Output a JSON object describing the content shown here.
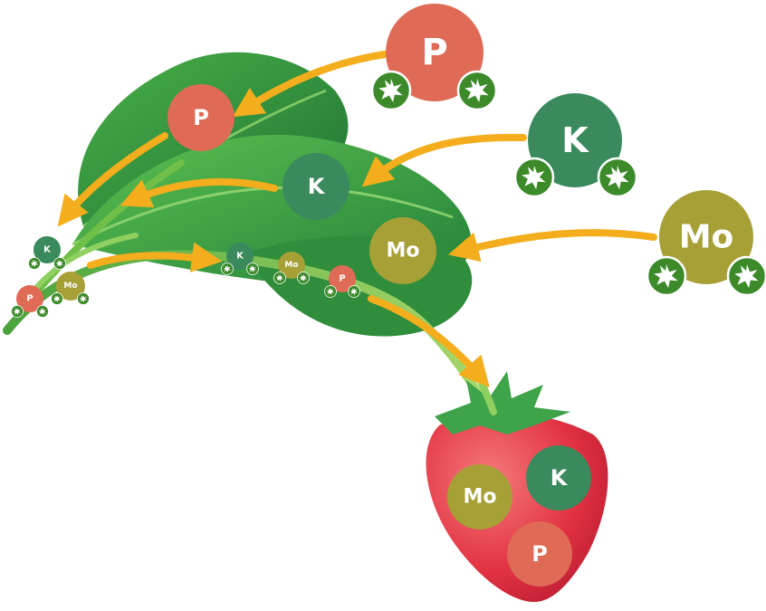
{
  "nutrients": {
    "p": {
      "label": "P",
      "color": "#df6a55"
    },
    "k": {
      "label": "K",
      "color": "#3a8a5e"
    },
    "mo": {
      "label": "Mo",
      "color": "#a6a037"
    }
  },
  "colors": {
    "arrow": "#f4ad1c",
    "leaf_dark": "#2b8a3a",
    "leaf_light": "#5cc04f",
    "stem": "#7fc24a",
    "berry": "#e23343",
    "chelate_ring": "#3c8a2a"
  },
  "icons": [
    "chelate-star-icon",
    "leaf-icon",
    "strawberry-icon",
    "arrow-icon"
  ]
}
